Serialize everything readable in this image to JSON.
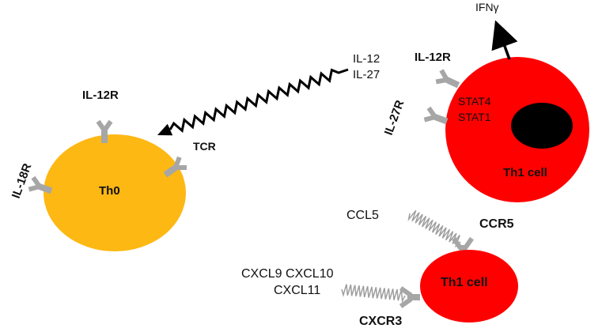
{
  "colors": {
    "th0_fill": "#FDB813",
    "th1_fill": "#FF0000",
    "nucleus_fill": "#000000",
    "receptor_fill": "#A6A6A6",
    "chemokine_wave": "#9E9E9E",
    "cytokine_wave": "#000000"
  },
  "cells": {
    "th0": {
      "label": "Th0"
    },
    "th1_large": {
      "label": "Th1 cell",
      "transcription_factors": [
        "STAT4",
        "STAT1"
      ]
    },
    "th1_small": {
      "label": "Th1 cell"
    }
  },
  "receptors": {
    "th0_il12r": "IL-12R",
    "th0_il18r": "IL-18R",
    "th0_tcr": "TCR",
    "th1_il12r": "IL-12R",
    "th1_il27r": "IL-27R",
    "ccr5": "CCR5",
    "cxcr3": "CXCR3"
  },
  "cytokines": {
    "line1": "IL-12",
    "line2": "IL-27"
  },
  "output": {
    "ifn": "IFNγ"
  },
  "chemokines": {
    "ccl5": "CCL5",
    "cxcl_line1": "CXCL9 CXCL10",
    "cxcl_line2": "CXCL11"
  }
}
